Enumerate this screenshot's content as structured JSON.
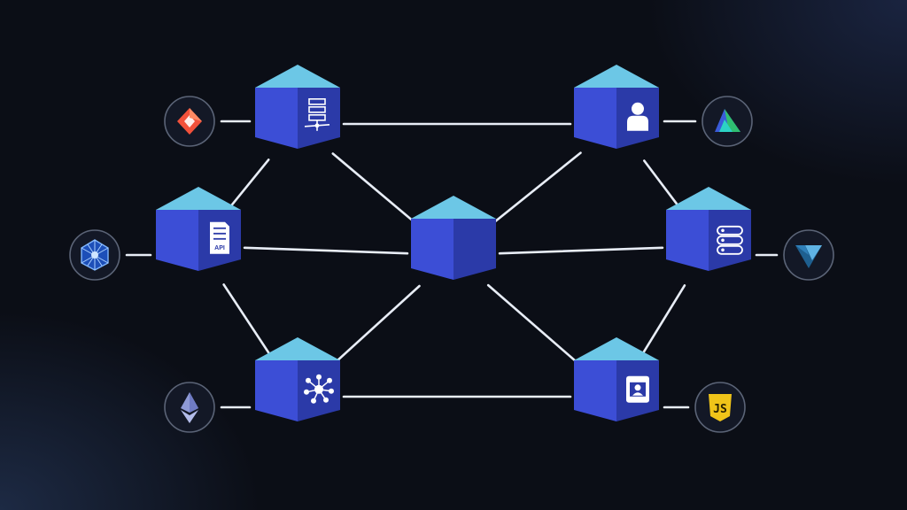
{
  "colors": {
    "background": "#0b0e16",
    "cube_top": "#6cc7e6",
    "cube_left": "#3c4ed6",
    "cube_right": "#2b3aa8",
    "edge": "#e8edf6",
    "badge_ring": "#5b6477"
  },
  "nodes": [
    {
      "id": "server-node",
      "icon": "server-rack-icon"
    },
    {
      "id": "api-node",
      "icon": "api-document-icon",
      "label": "API"
    },
    {
      "id": "network-node",
      "icon": "network-hub-icon"
    },
    {
      "id": "center-node",
      "icon": ""
    },
    {
      "id": "user-node",
      "icon": "user-icon"
    },
    {
      "id": "database-node",
      "icon": "database-stack-icon"
    },
    {
      "id": "profile-card-node",
      "icon": "profile-card-icon"
    }
  ],
  "badges": [
    {
      "id": "octopus-deploy-badge",
      "icon": "red-diamond-logo-icon",
      "node": "server-node",
      "color": "#f2513b"
    },
    {
      "id": "polygon-badge",
      "icon": "geodesic-sphere-logo-icon",
      "node": "api-node",
      "color": "#3b8cf0"
    },
    {
      "id": "ethereum-badge",
      "icon": "ethereum-logo-icon",
      "node": "network-node",
      "color": "#8e9ad6"
    },
    {
      "id": "prisma-badge",
      "icon": "green-triangle-logo-icon",
      "node": "user-node",
      "color": "#2fbf71"
    },
    {
      "id": "vuetify-badge",
      "icon": "vuetify-logo-icon",
      "node": "database-node",
      "color": "#2f7fb8"
    },
    {
      "id": "javascript-badge",
      "icon": "javascript-shield-logo-icon",
      "node": "profile-card-node",
      "color": "#f0c419",
      "label": "JS"
    }
  ],
  "connections": [
    [
      "server-node",
      "user-node"
    ],
    [
      "server-node",
      "api-node"
    ],
    [
      "server-node",
      "center-node"
    ],
    [
      "api-node",
      "center-node"
    ],
    [
      "api-node",
      "network-node"
    ],
    [
      "network-node",
      "center-node"
    ],
    [
      "network-node",
      "profile-card-node"
    ],
    [
      "user-node",
      "center-node"
    ],
    [
      "user-node",
      "database-node"
    ],
    [
      "center-node",
      "database-node"
    ],
    [
      "center-node",
      "profile-card-node"
    ],
    [
      "database-node",
      "profile-card-node"
    ]
  ]
}
